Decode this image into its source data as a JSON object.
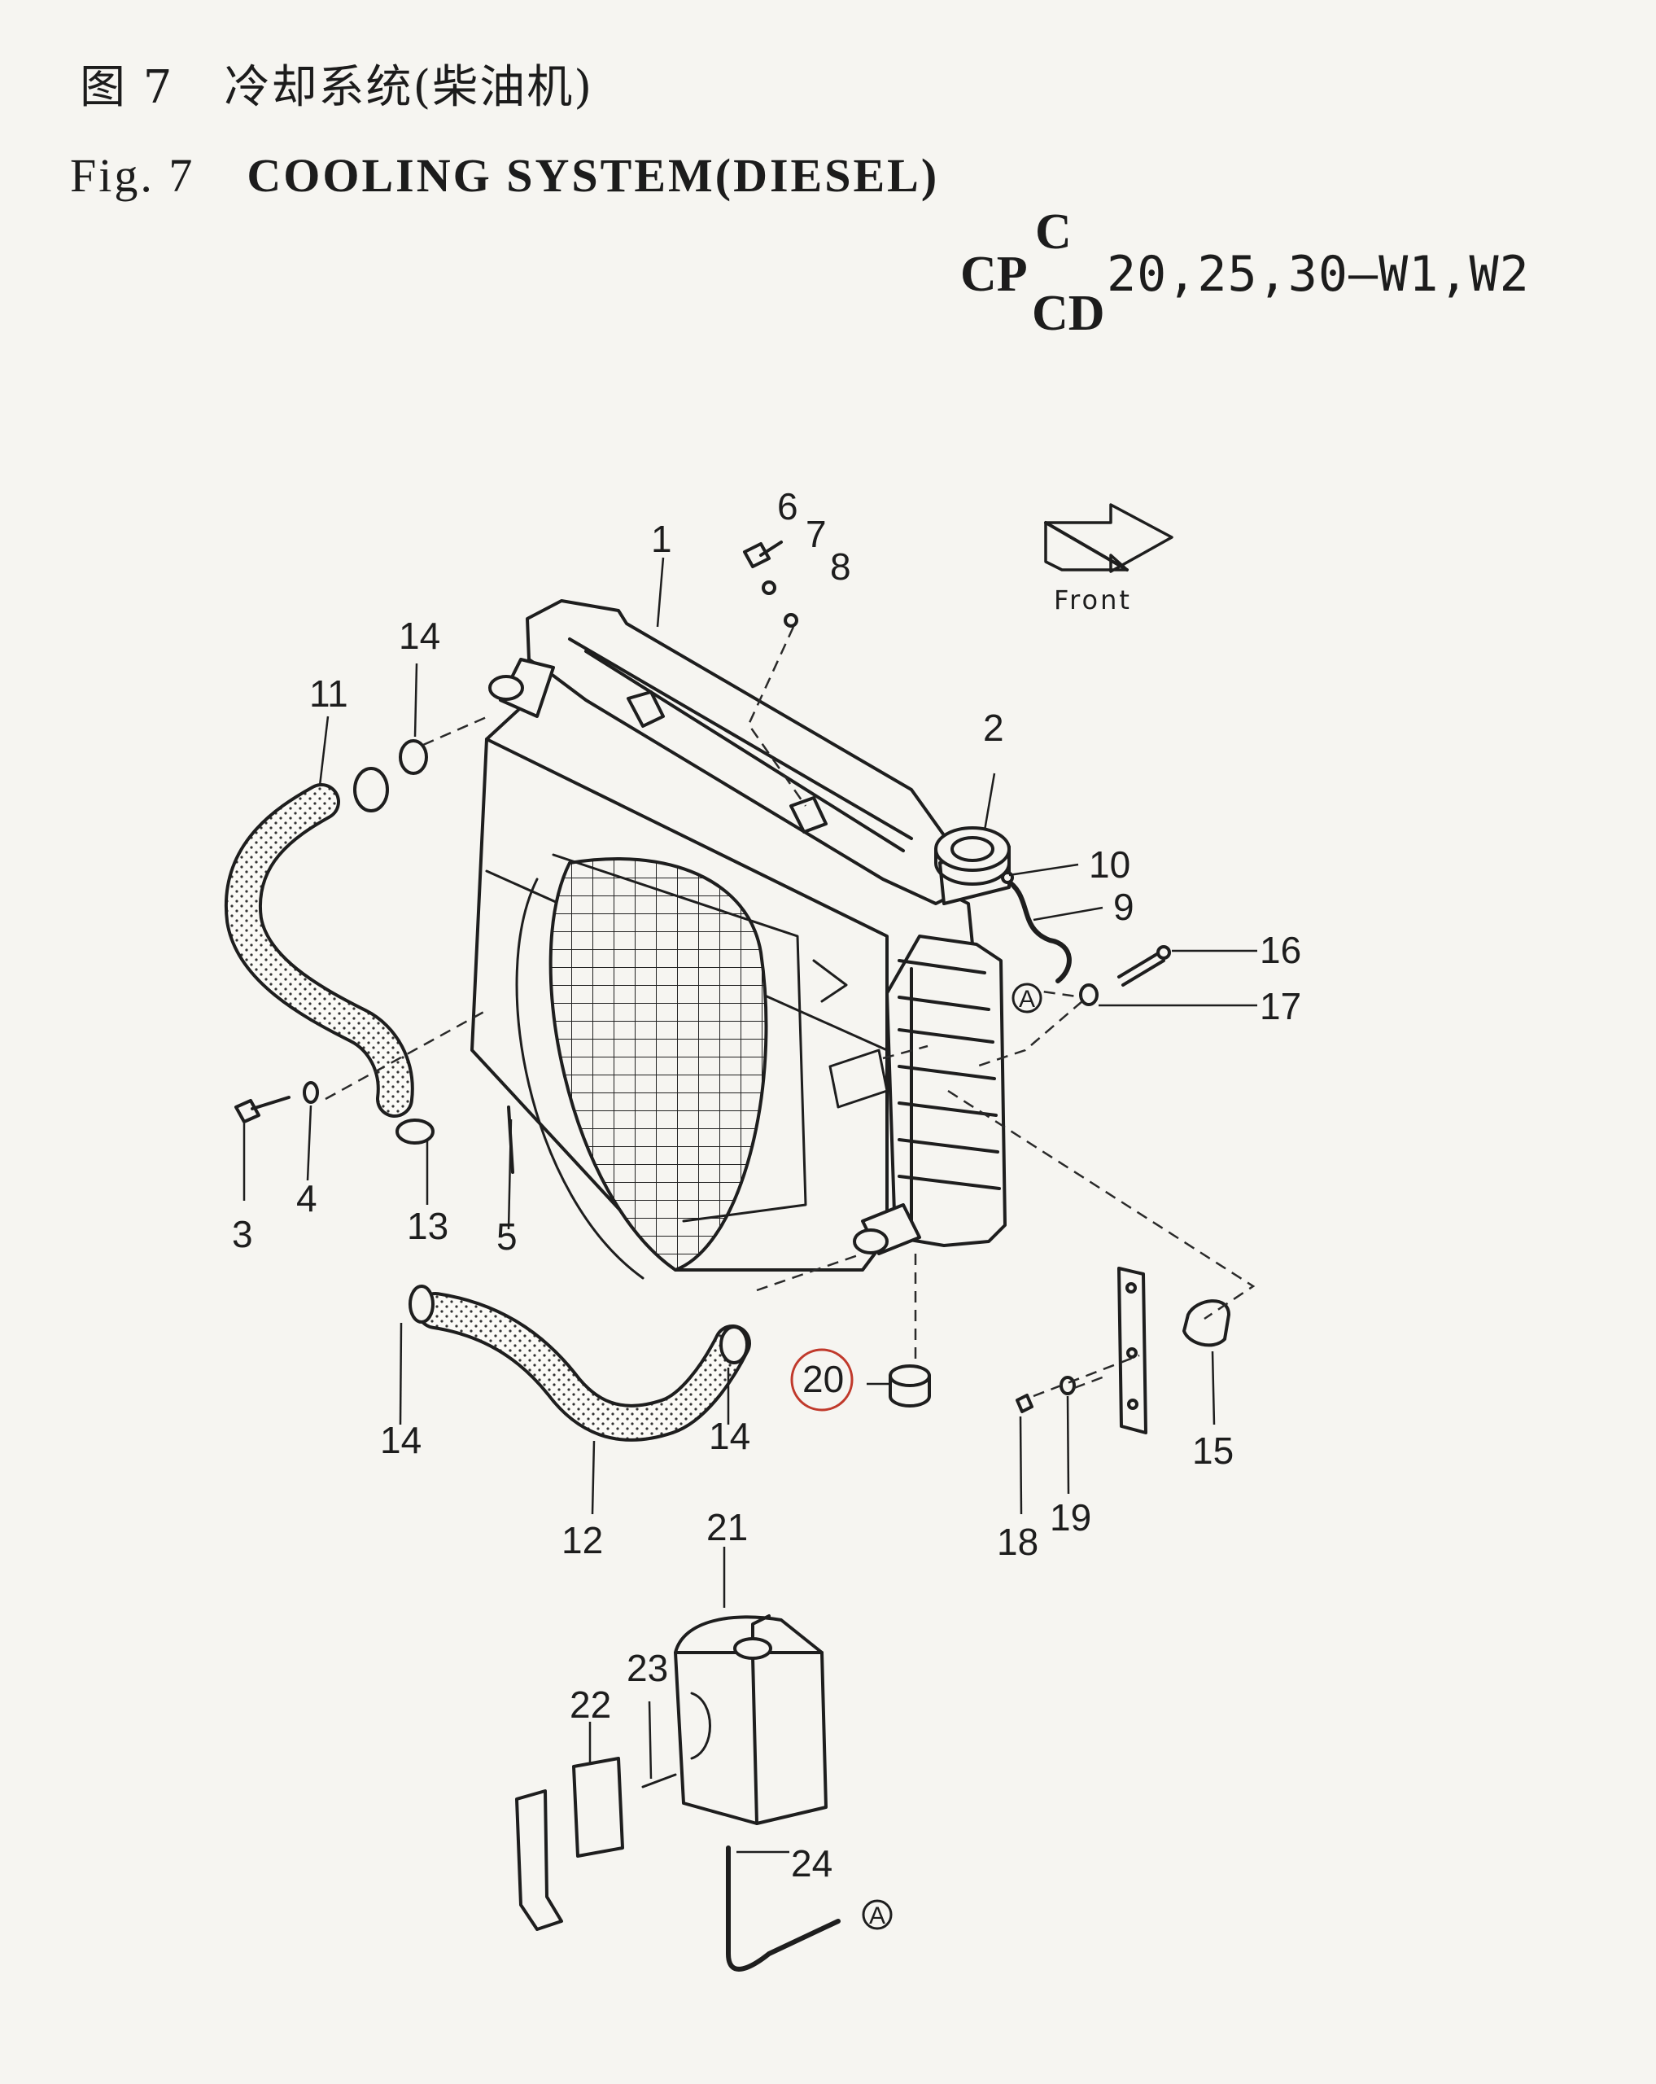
{
  "header": {
    "fig_cn": "图 7",
    "title_cn": "冷却系统(柴油机)",
    "fig_en": "Fig. 7",
    "title_en": "COOLING SYSTEM(DIESEL)"
  },
  "model": {
    "prefix": "CP",
    "upper": "C",
    "lower": "CD",
    "range": "20,25,30—W1,W2"
  },
  "diagram": {
    "front_label": "Front",
    "ref_marker": "A",
    "highlight_color": "#c0392b",
    "callouts": {
      "c1": "1",
      "c2": "2",
      "c3": "3",
      "c4": "4",
      "c5": "5",
      "c6": "6",
      "c7": "7",
      "c8": "8",
      "c9": "9",
      "c10": "10",
      "c11": "11",
      "c12": "12",
      "c13": "13",
      "c14a": "14",
      "c14b": "14",
      "c14c": "14",
      "c15": "15",
      "c16": "16",
      "c17": "17",
      "c18": "18",
      "c19": "19",
      "c20": "20",
      "c21": "21",
      "c22": "22",
      "c23": "23",
      "c24": "24"
    }
  }
}
